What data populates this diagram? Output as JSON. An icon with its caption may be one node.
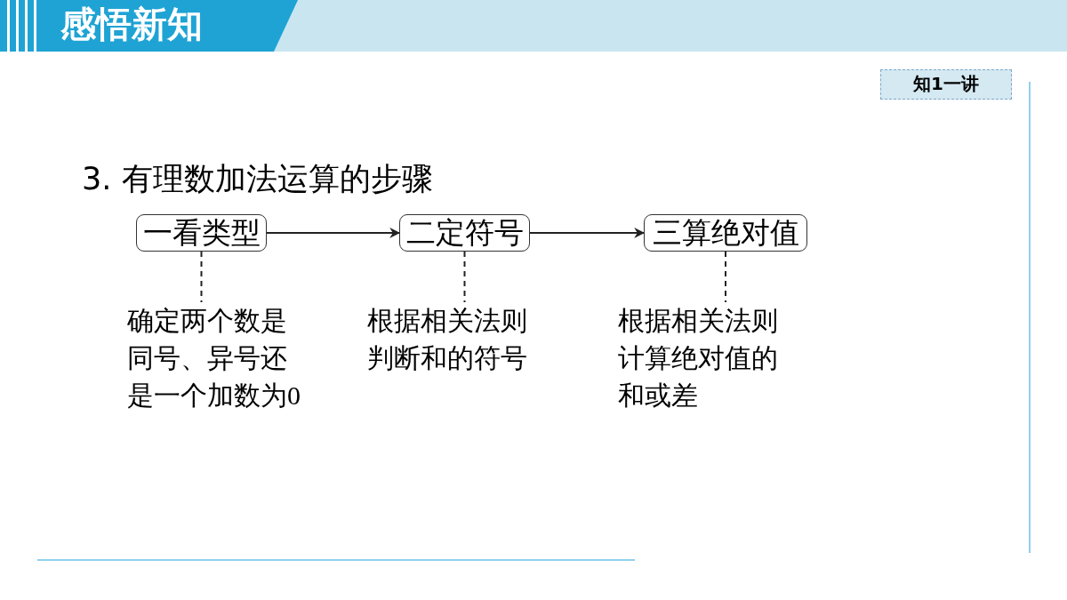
{
  "diagram": {
    "title": "3. 有理数加法运算的步骤",
    "nodes": [
      {
        "text": [
          "一看类型"
        ]
      },
      {
        "text": [
          "二定符号"
        ]
      },
      {
        "text": [
          "三算绝对值"
        ]
      },
      {
        "text": [
          "确定两个数是同号、异号还是一个加数为0"
        ]
      },
      {
        "text": [
          "根据相关法则判断和的符号"
        ]
      },
      {
        "text": [
          "根据相关法则计算绝对值的和或差"
        ]
      }
    ],
    "edges": [
      {
        "from": 0,
        "to": 1,
        "arrow": "to"
      },
      {
        "from": 1,
        "to": 2,
        "arrow": "to"
      },
      {
        "from": 0,
        "to": 3,
        "arrow": "none",
        "style": "dashed"
      },
      {
        "from": 1,
        "to": 4,
        "arrow": "none",
        "style": "dashed"
      },
      {
        "from": 2,
        "to": 5,
        "arrow": "none",
        "style": "dashed"
      }
    ],
    "labels": [
      "感悟新知",
      "知1一讲"
    ]
  }
}
